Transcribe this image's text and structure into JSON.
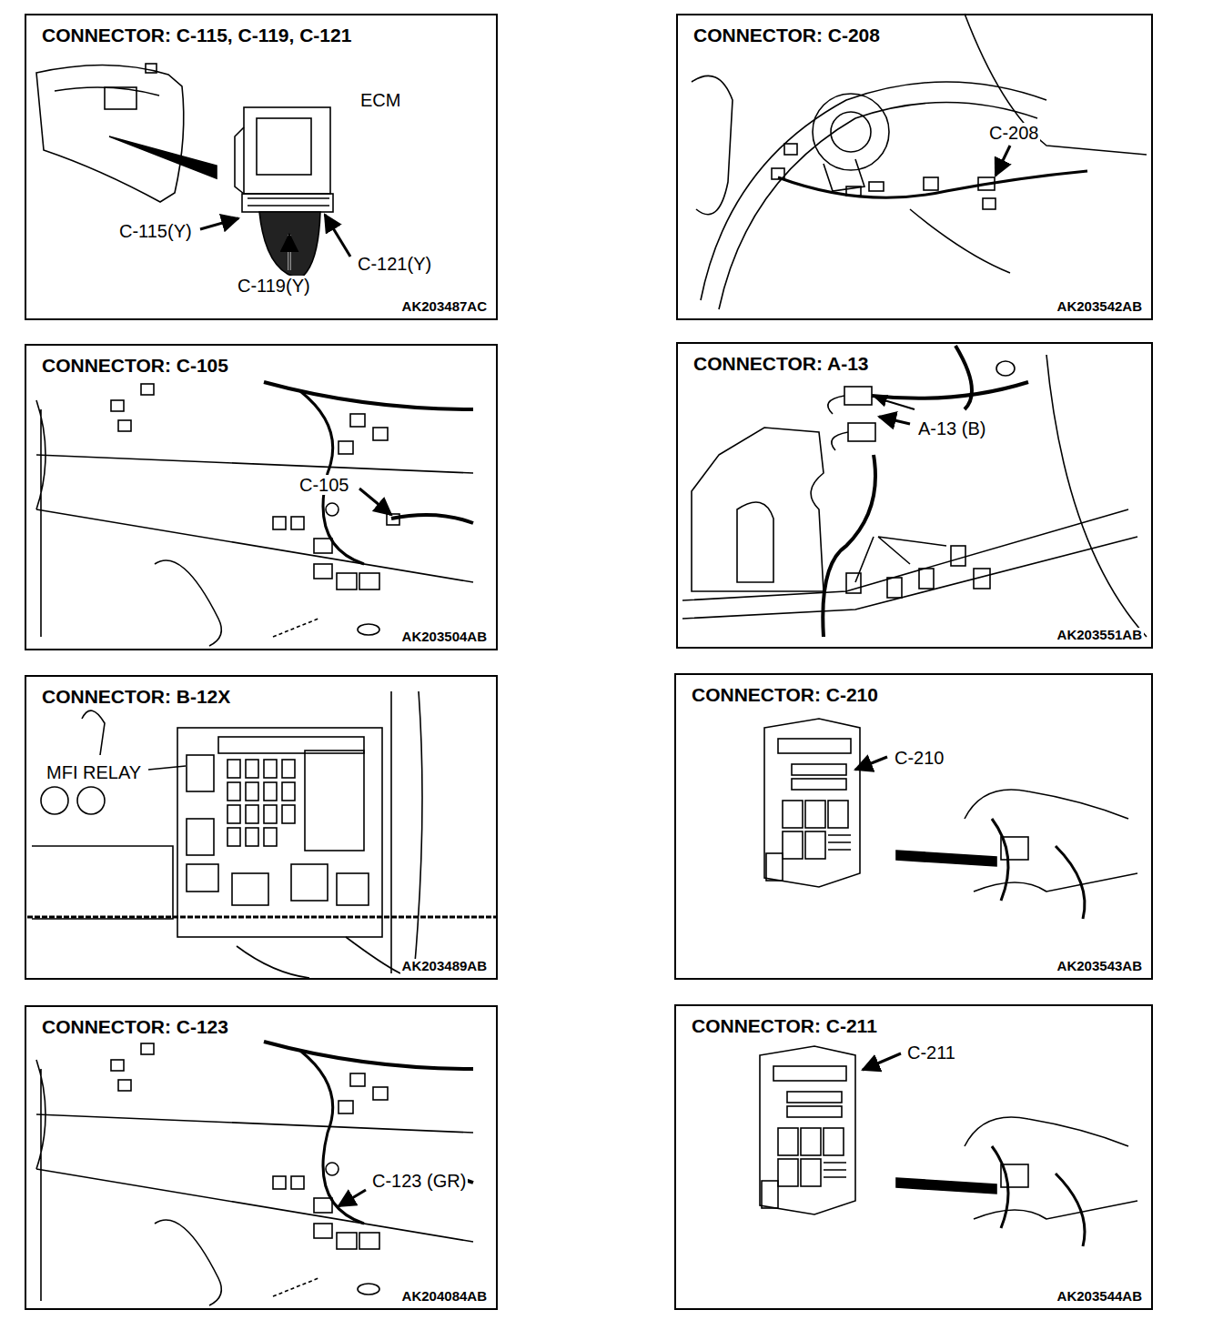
{
  "diagram": {
    "nodes": [
      {
        "text": [
          "CONNECTOR: C-115, C-119, C-121",
          "ECM",
          "C-115(Y)",
          "C-121(Y)",
          "C-119(Y)",
          "AK203487AC"
        ]
      },
      {
        "text": [
          "CONNECTOR: C-208",
          "C-208",
          "AK203542AB"
        ]
      },
      {
        "text": [
          "CONNECTOR: C-105",
          "C-105",
          "AK203504AB"
        ]
      },
      {
        "text": [
          "CONNECTOR: A-13",
          "A-13 (B)",
          "AK203551AB"
        ]
      },
      {
        "text": [
          "CONNECTOR: B-12X",
          "MFI RELAY",
          "AK203489AB"
        ]
      },
      {
        "text": [
          "CONNECTOR: C-210",
          "C-210",
          "AK203543AB"
        ]
      },
      {
        "text": [
          "CONNECTOR: C-123",
          "C-123 (GR)",
          "AK204084AB"
        ]
      },
      {
        "text": [
          "CONNECTOR: C-211",
          "C-211",
          "AK203544AB"
        ]
      }
    ]
  }
}
